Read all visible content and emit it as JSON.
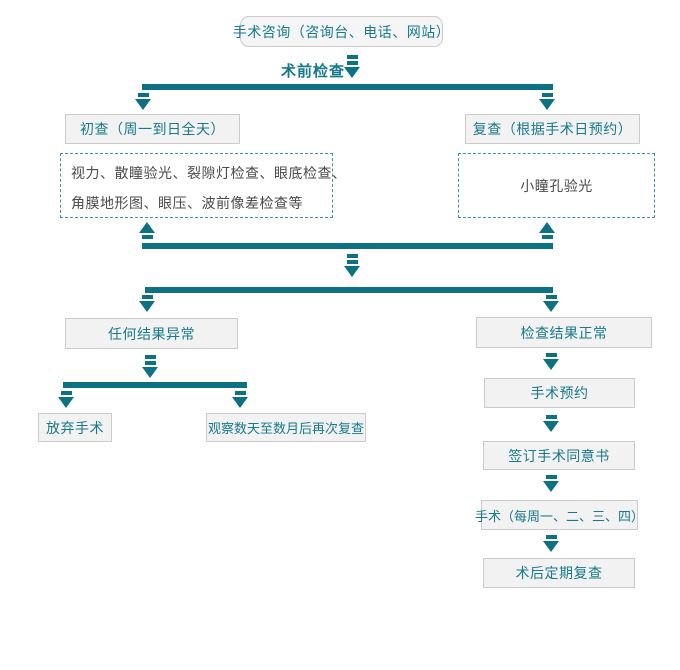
{
  "colors": {
    "teal": "#0B7183",
    "teal_text": "#17798C",
    "box_bg": "#F2F2F2",
    "box_border": "#CBCBCB",
    "dashed_border": "#3D93AE",
    "dark_text": "#4A4A4A"
  },
  "flow": {
    "consult": "手术咨询（咨询台、电话、网站）",
    "pre_exam_label": "术前检查",
    "first_visit": "初查（周一到日全天）",
    "recheck": "复查（根据手术日预约）",
    "first_exam_items_line1": "视力、散瞳验光、裂隙灯检查、眼底检查、",
    "first_exam_items_line2": "角膜地形图、眼压、波前像差检查等",
    "small_pupil_exam": "小瞳孔验光",
    "abnormal_result": "任何结果异常",
    "normal_result": "检查结果正常",
    "abandon_surgery": "放弃手术",
    "observe_recheck": "观察数天至数月后再次复查",
    "surgery_appointment": "手术预约",
    "sign_consent": "签订手术同意书",
    "surgery_days": "手术（每周一、二、三、四）",
    "postop_followup": "术后定期复查"
  }
}
